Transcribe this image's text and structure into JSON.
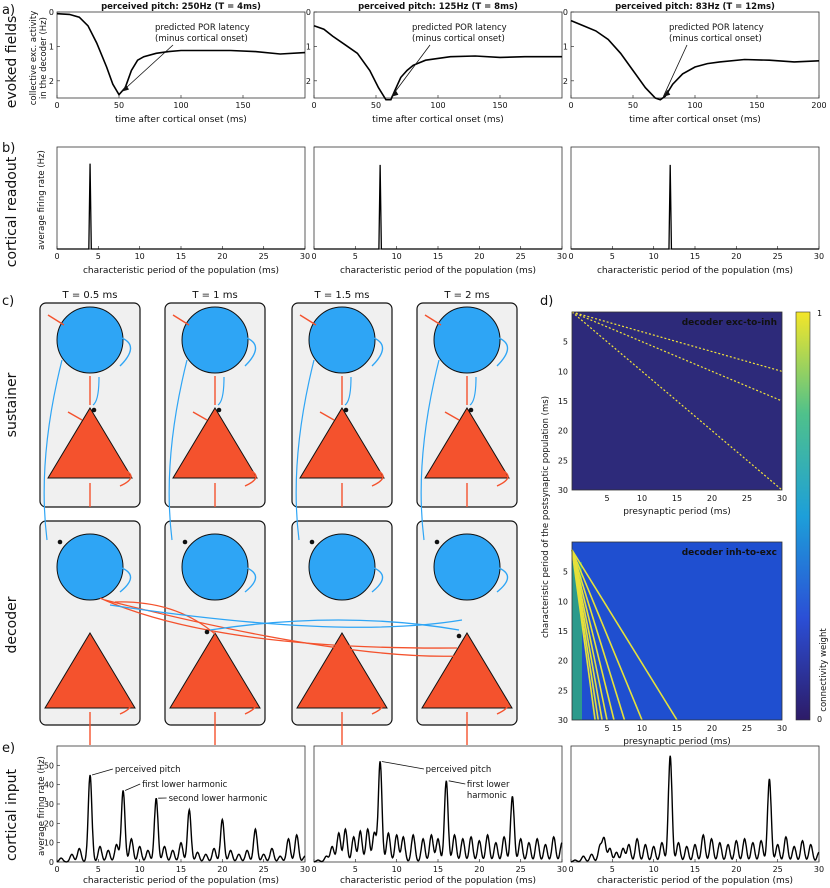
{
  "panel_labels": {
    "a": "a)",
    "b": "b)",
    "c": "c)",
    "d": "d)",
    "e": "e)"
  },
  "row_labels": {
    "evoked": "evoked fields",
    "readout": "cortical readout",
    "sustainer": "sustainer",
    "decoder": "decoder",
    "input": "cortical input"
  },
  "colors": {
    "exc": "#f4522d",
    "inh": "#2ea5f5",
    "box": "#f0f0f0",
    "trace": "#000000"
  },
  "circuit": {
    "T_labels": [
      "T = 0.5 ms",
      "T = 1 ms",
      "T = 1.5 ms",
      "T = 2 ms"
    ]
  },
  "chart_data": [
    {
      "id": "a",
      "type": "line",
      "titles": [
        "perceived pitch: 250Hz (T = 4ms)",
        "perceived pitch: 125Hz (T = 8ms)",
        "perceived pitch: 83Hz (T = 12ms)"
      ],
      "xlabel": "time after cortical onset (ms)",
      "ylabel": [
        "collective exc. activity",
        "in the decoder (Hz)"
      ],
      "xlims": [
        [
          0,
          200
        ],
        [
          0,
          200
        ],
        [
          0,
          200
        ]
      ],
      "ylim": [
        0,
        2.5
      ],
      "y_inverted": true,
      "xticks": [
        [
          0,
          50,
          100,
          150
        ],
        [
          0,
          50,
          100,
          150
        ],
        [
          0,
          50,
          100,
          150,
          200
        ]
      ],
      "yticks": [
        0,
        1,
        2
      ],
      "annotation": [
        "predicted POR latency",
        "(minus cortical onset)"
      ],
      "series": [
        {
          "x": [
            0,
            10,
            18,
            25,
            32,
            40,
            45,
            50,
            55,
            60,
            65,
            70,
            80,
            90,
            100,
            120,
            140,
            160,
            180,
            200
          ],
          "y": [
            0.05,
            0.07,
            0.15,
            0.4,
            0.9,
            1.6,
            2.1,
            2.4,
            2.2,
            1.7,
            1.4,
            1.3,
            1.2,
            1.15,
            1.12,
            1.12,
            1.12,
            1.15,
            1.22,
            1.18
          ]
        },
        {
          "x": [
            0,
            8,
            15,
            25,
            35,
            45,
            52,
            58,
            62,
            65,
            70,
            75,
            80,
            90,
            100,
            110,
            130,
            150,
            170,
            200
          ],
          "y": [
            0.4,
            0.5,
            0.7,
            0.95,
            1.2,
            1.7,
            2.2,
            2.55,
            2.55,
            2.3,
            1.9,
            1.7,
            1.55,
            1.4,
            1.35,
            1.3,
            1.28,
            1.32,
            1.3,
            1.3
          ]
        },
        {
          "x": [
            0,
            10,
            20,
            30,
            40,
            50,
            60,
            68,
            72,
            76,
            82,
            90,
            100,
            110,
            120,
            140,
            160,
            180,
            200
          ],
          "y": [
            0.25,
            0.4,
            0.55,
            0.8,
            1.2,
            1.7,
            2.2,
            2.5,
            2.55,
            2.45,
            2.1,
            1.8,
            1.6,
            1.5,
            1.45,
            1.38,
            1.4,
            1.45,
            1.42
          ]
        }
      ],
      "annotation_x": [
        50,
        60,
        72
      ]
    },
    {
      "id": "b",
      "type": "line",
      "xlabel": "characteristic period of the population (ms)",
      "ylabel": "average firing rate (Hz)",
      "xlim": [
        0,
        30
      ],
      "ylim": [
        0,
        80
      ],
      "xticks": [
        0,
        5,
        10,
        15,
        20,
        25,
        30
      ],
      "peaks": [
        {
          "x": 4,
          "y": 67
        },
        {
          "x": 8,
          "y": 66
        },
        {
          "x": 12,
          "y": 66
        }
      ]
    },
    {
      "id": "d1",
      "type": "heatmap",
      "title": "decoder exc-to-inh",
      "xlabel": "presynaptic period (ms)",
      "xticks": [
        5,
        10,
        15,
        20,
        25,
        30
      ],
      "yticks": [
        5,
        10,
        15,
        20,
        25,
        30
      ],
      "diagonal_slopes": [
        1,
        2,
        3
      ]
    },
    {
      "id": "d2",
      "type": "heatmap",
      "title": "decoder inh-to-exc",
      "xlabel": "presynaptic period (ms)",
      "xticks": [
        5,
        10,
        15,
        20,
        25,
        30
      ],
      "yticks": [
        5,
        10,
        15,
        20,
        25,
        30
      ],
      "ylabel": "characteristic period of the postsynaptic population (ms)",
      "lines_end_x": [
        15,
        10,
        7.5,
        6,
        5,
        4.3,
        3.75,
        3.3
      ]
    },
    {
      "id": "colorbar",
      "type": "colorbar",
      "label": "connectivity weight",
      "ticks": [
        0,
        1
      ]
    },
    {
      "id": "e",
      "type": "line",
      "xlabel": "characteristic period of the population (ms)",
      "ylabel": "average firing rate (Hz)",
      "xlim": [
        0,
        30
      ],
      "ylim": [
        0,
        60
      ],
      "xticks": [
        0,
        5,
        10,
        15,
        20,
        25,
        30
      ],
      "yticks": [
        0,
        10,
        20,
        30,
        40,
        50
      ],
      "series": [
        {
          "peaks": [
            [
              0.5,
              2
            ],
            [
              1.8,
              4
            ],
            [
              2.7,
              7
            ],
            [
              4,
              45
            ],
            [
              5.2,
              8
            ],
            [
              6.2,
              6
            ],
            [
              7.2,
              9
            ],
            [
              8,
              37
            ],
            [
              9,
              12
            ],
            [
              10,
              8
            ],
            [
              11,
              6
            ],
            [
              12,
              33
            ],
            [
              13,
              8
            ],
            [
              14,
              6
            ],
            [
              15,
              10
            ],
            [
              16,
              27
            ],
            [
              17,
              5
            ],
            [
              18,
              4
            ],
            [
              19,
              7
            ],
            [
              20,
              22
            ],
            [
              21,
              6
            ],
            [
              22,
              4
            ],
            [
              23,
              6
            ],
            [
              24,
              17
            ],
            [
              25,
              4
            ],
            [
              26,
              7
            ],
            [
              27,
              3
            ],
            [
              28,
              12
            ],
            [
              29,
              14
            ],
            [
              30,
              3
            ]
          ]
        },
        {
          "peaks": [
            [
              0.5,
              1
            ],
            [
              1.5,
              3
            ],
            [
              2.2,
              8
            ],
            [
              3,
              15
            ],
            [
              3.8,
              17
            ],
            [
              4.8,
              13
            ],
            [
              5.6,
              16
            ],
            [
              6.5,
              17
            ],
            [
              7.3,
              15
            ],
            [
              8,
              52
            ],
            [
              9,
              15
            ],
            [
              10,
              14
            ],
            [
              10.8,
              13
            ],
            [
              12,
              14
            ],
            [
              13.2,
              12
            ],
            [
              14.2,
              14
            ],
            [
              15,
              12
            ],
            [
              16,
              42
            ],
            [
              17,
              14
            ],
            [
              18,
              12
            ],
            [
              19,
              13
            ],
            [
              20,
              11
            ],
            [
              21,
              14
            ],
            [
              22,
              10
            ],
            [
              23,
              13
            ],
            [
              24,
              34
            ],
            [
              25,
              12
            ],
            [
              26,
              10
            ],
            [
              27,
              12
            ],
            [
              28,
              9
            ],
            [
              29,
              13
            ],
            [
              30,
              10
            ]
          ]
        },
        {
          "peaks": [
            [
              0.5,
              1
            ],
            [
              1.5,
              3
            ],
            [
              2.5,
              4
            ],
            [
              3.5,
              8
            ],
            [
              4,
              12
            ],
            [
              4.7,
              7
            ],
            [
              5.5,
              5
            ],
            [
              6.3,
              7
            ],
            [
              7,
              9
            ],
            [
              8,
              12
            ],
            [
              9,
              9
            ],
            [
              10,
              8
            ],
            [
              11,
              10
            ],
            [
              12,
              55
            ],
            [
              13,
              10
            ],
            [
              14,
              8
            ],
            [
              15,
              9
            ],
            [
              16,
              14
            ],
            [
              17,
              12
            ],
            [
              18,
              10
            ],
            [
              19,
              9
            ],
            [
              20,
              11
            ],
            [
              21,
              12
            ],
            [
              22,
              10
            ],
            [
              23,
              11
            ],
            [
              24,
              43
            ],
            [
              25,
              9
            ],
            [
              26,
              13
            ],
            [
              27,
              8
            ],
            [
              28,
              11
            ],
            [
              29,
              9
            ],
            [
              30,
              5
            ]
          ]
        }
      ],
      "annotations": {
        "left": [
          "perceived pitch",
          "first lower harmonic",
          "second lower harmonic"
        ],
        "middle": [
          "perceived pitch",
          "first lower",
          "harmonic"
        ]
      }
    }
  ]
}
